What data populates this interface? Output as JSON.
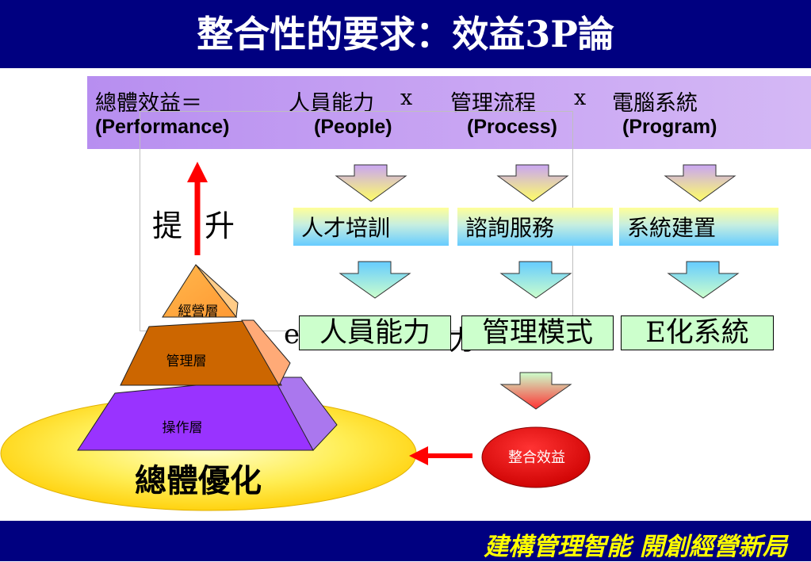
{
  "title": "整合性的要求：效益3P論",
  "formula": {
    "total_label": "總體效益＝",
    "people_label": "人員能力",
    "times1": "x",
    "process_label": "管理流程",
    "times2": "x",
    "program_label": "電腦系統",
    "performance_en": "(Performance)",
    "people_en": "(People)",
    "process_en": "(Process)",
    "program_en": "(Program)"
  },
  "boost": {
    "char1": "提",
    "char2": "升"
  },
  "services": [
    "人才培訓",
    "諮詢服務",
    "系統建置"
  ],
  "results": [
    "人員能力",
    "管理模式",
    "E化系統"
  ],
  "hidden_fragment": {
    "left": "e",
    "right": "力"
  },
  "pyramid": {
    "top": "經營層",
    "middle": "管理層",
    "bottom": "操作層"
  },
  "total_optimization": "總體優化",
  "integration_benefit": "整合效益",
  "footer": "建構管理智能 開創經營新局",
  "colors": {
    "title_bar": "#000080",
    "formula_band": "#c0a0f4",
    "arrow_red": "#ff0000",
    "pyramid_top": "#ff9933",
    "pyramid_middle": "#cc6600",
    "pyramid_bottom": "#9933ff",
    "ellipse": "#ffcc00",
    "result_box": "#ccffcc",
    "footer_text": "#ffff00"
  }
}
